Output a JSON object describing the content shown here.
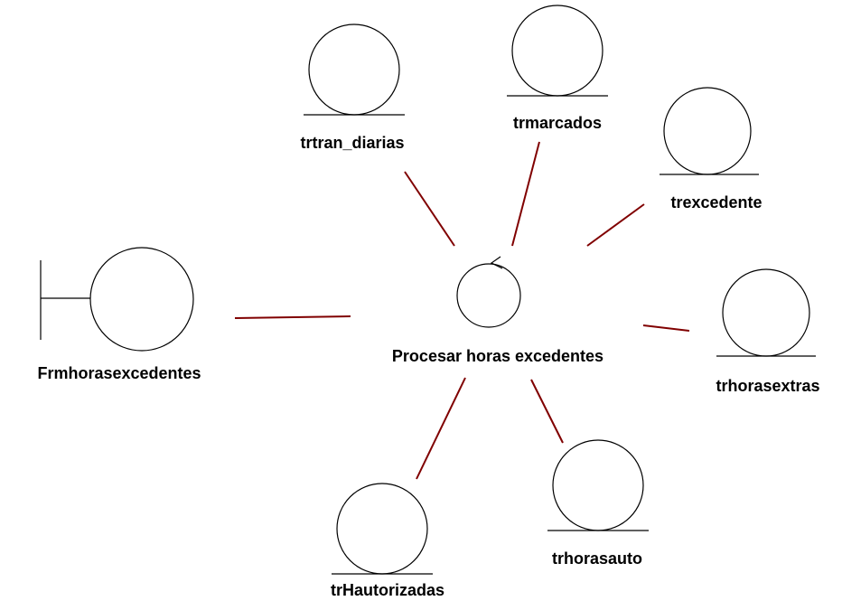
{
  "diagram": {
    "type": "UML analysis collaboration diagram",
    "link_color": "#800000",
    "control": {
      "label": "Procesar horas excedentes",
      "shape": "control"
    },
    "boundary": {
      "label": "Frmhorasexcedentes",
      "shape": "boundary"
    },
    "entities": [
      {
        "label": "trtran_diarias",
        "shape": "entity"
      },
      {
        "label": "trmarcados",
        "shape": "entity"
      },
      {
        "label": "trexcedente",
        "shape": "entity"
      },
      {
        "label": "trhorasextras",
        "shape": "entity"
      },
      {
        "label": "trhorasauto",
        "shape": "entity"
      },
      {
        "label": "trHautorizadas",
        "shape": "entity"
      }
    ]
  }
}
